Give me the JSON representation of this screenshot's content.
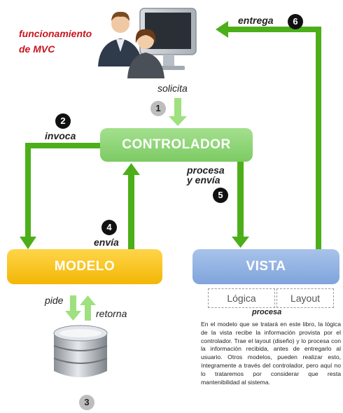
{
  "title_lines": [
    "funcionamiento",
    "de MVC"
  ],
  "labels": {
    "solicita": "solicita",
    "invoca": "invoca",
    "procesa_y_envia_1": "procesa",
    "procesa_y_envia_2": "y envía",
    "envia": "envía",
    "entrega": "entrega",
    "pide": "pide",
    "retorna": "retorna"
  },
  "steps": [
    "1",
    "2",
    "3",
    "4",
    "5",
    "6"
  ],
  "boxes": {
    "controlador": "CONTROLADOR",
    "modelo": "MODELO",
    "vista": "VISTA"
  },
  "vista_parts": [
    "Lógica",
    "Layout"
  ],
  "procesa_caption": "procesa",
  "description": "En el modelo que se tratará en este libro, la lógica de la vista recibe la información provista por el controlador. Trae el layout (diseño) y lo procesa con la información recibida, antes de entregarlo al usuario. Otros modelos, pueden realizar esto, íntegramente a través del controlador, pero aquí no lo trataremos por considerar que resta mantenibilidad al sistema.",
  "colors": {
    "arrow_green": "#4caf1a",
    "controller_green": "#8fd676",
    "modelo_yellow": "#f5c518",
    "vista_blue": "#8fb1e3",
    "title_red": "#c8141e"
  },
  "icons": [
    "users-computer-icon",
    "database-icon"
  ]
}
